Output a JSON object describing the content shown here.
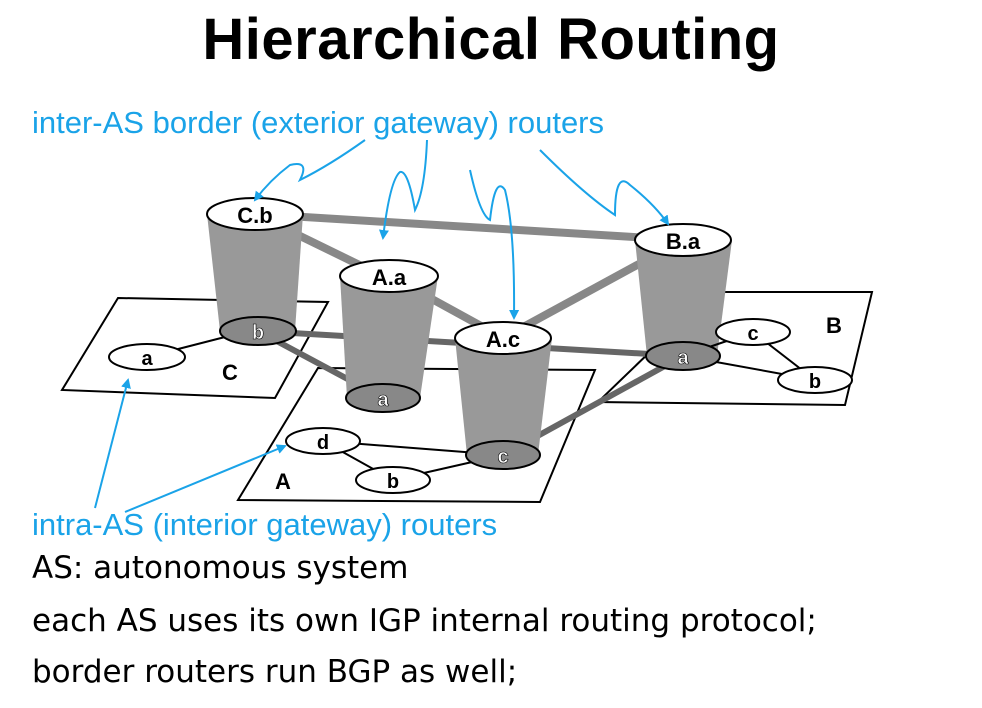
{
  "title": "Hierarchical Routing",
  "inter_as_label": "inter-AS border (exterior gateway) routers",
  "intra_as_label": "intra-AS (interior gateway) routers",
  "definition": "AS: autonomous system",
  "igp_note": "each AS uses its own IGP internal routing protocol;",
  "bgp_note": "border routers run BGP as well;",
  "as_names": {
    "A": "A",
    "B": "B",
    "C": "C"
  },
  "routers": {
    "Cb": "C.b",
    "Aa": "A.a",
    "Ac": "A.c",
    "Ba": "B.a",
    "C_b": "b",
    "C_a": "a",
    "A_a": "a",
    "A_d": "d",
    "A_b": "b",
    "A_c": "c",
    "B_a": "a",
    "B_c": "c",
    "B_b": "b"
  },
  "colors": {
    "accent": "#1aa3e8",
    "cone": "#999999",
    "link": "#777777"
  }
}
